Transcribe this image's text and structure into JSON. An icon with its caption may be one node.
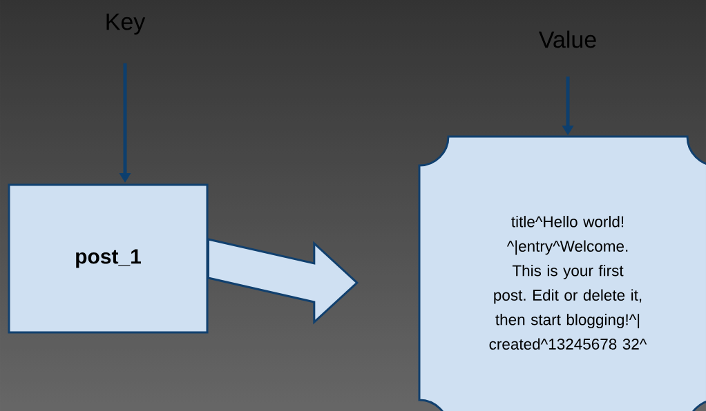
{
  "diagram": {
    "nodes": [
      {
        "text": [
          "Key"
        ]
      },
      {
        "text": [
          "Value"
        ]
      },
      {
        "text": [
          "post_1"
        ]
      },
      {
        "text": [
          "title^Hello world! ^|entry^Welcome. This is your first post. Edit or delete it, then start blogging!^| created^13245678 32^"
        ]
      }
    ],
    "edges": [
      {
        "from": 0,
        "to": 2,
        "arrow": "to"
      },
      {
        "from": 1,
        "to": 3,
        "arrow": "to"
      },
      {
        "from": 2,
        "to": 3,
        "arrow": "to"
      }
    ]
  }
}
